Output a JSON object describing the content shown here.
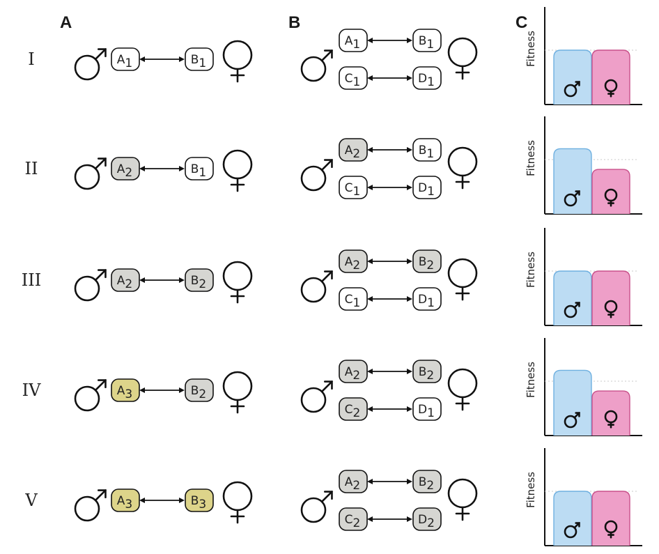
{
  "panels": {
    "a": "A",
    "b": "B",
    "c": "C"
  },
  "colors": {
    "white": "#ffffff",
    "grey": "#d6d6d2",
    "yellow": "#ddd48a",
    "male_bar": "#bcdcf3",
    "male_bar_stroke": "#6fb0e0",
    "female_bar": "#ee9fc8",
    "female_bar_stroke": "#c9518b"
  },
  "rows": [
    {
      "label": "I",
      "panel_a": {
        "left": {
          "letter": "A",
          "sub": "1",
          "color": "white"
        },
        "right": {
          "letter": "B",
          "sub": "1",
          "color": "white"
        }
      },
      "panel_b": [
        {
          "left": {
            "letter": "A",
            "sub": "1",
            "color": "white"
          },
          "right": {
            "letter": "B",
            "sub": "1",
            "color": "white"
          }
        },
        {
          "left": {
            "letter": "C",
            "sub": "1",
            "color": "white"
          },
          "right": {
            "letter": "D",
            "sub": "1",
            "color": "white"
          }
        }
      ],
      "fitness": {
        "male": 1.0,
        "female": 1.0,
        "ylabel": "Fitness"
      }
    },
    {
      "label": "II",
      "panel_a": {
        "left": {
          "letter": "A",
          "sub": "2",
          "color": "grey"
        },
        "right": {
          "letter": "B",
          "sub": "1",
          "color": "white"
        }
      },
      "panel_b": [
        {
          "left": {
            "letter": "A",
            "sub": "2",
            "color": "grey"
          },
          "right": {
            "letter": "B",
            "sub": "1",
            "color": "white"
          }
        },
        {
          "left": {
            "letter": "C",
            "sub": "1",
            "color": "white"
          },
          "right": {
            "letter": "D",
            "sub": "1",
            "color": "white"
          }
        }
      ],
      "fitness": {
        "male": 1.2,
        "female": 0.82,
        "ylabel": "Fitness"
      }
    },
    {
      "label": "III",
      "panel_a": {
        "left": {
          "letter": "A",
          "sub": "2",
          "color": "grey"
        },
        "right": {
          "letter": "B",
          "sub": "2",
          "color": "grey"
        }
      },
      "panel_b": [
        {
          "left": {
            "letter": "A",
            "sub": "2",
            "color": "grey"
          },
          "right": {
            "letter": "B",
            "sub": "2",
            "color": "grey"
          }
        },
        {
          "left": {
            "letter": "C",
            "sub": "1",
            "color": "white"
          },
          "right": {
            "letter": "D",
            "sub": "1",
            "color": "white"
          }
        }
      ],
      "fitness": {
        "male": 1.0,
        "female": 1.0,
        "ylabel": "Fitness"
      }
    },
    {
      "label": "IV",
      "panel_a": {
        "left": {
          "letter": "A",
          "sub": "3",
          "color": "yellow"
        },
        "right": {
          "letter": "B",
          "sub": "2",
          "color": "grey"
        }
      },
      "panel_b": [
        {
          "left": {
            "letter": "A",
            "sub": "2",
            "color": "grey"
          },
          "right": {
            "letter": "B",
            "sub": "2",
            "color": "grey"
          }
        },
        {
          "left": {
            "letter": "C",
            "sub": "2",
            "color": "grey"
          },
          "right": {
            "letter": "D",
            "sub": "1",
            "color": "white"
          }
        }
      ],
      "fitness": {
        "male": 1.2,
        "female": 0.82,
        "ylabel": "Fitness"
      }
    },
    {
      "label": "V",
      "panel_a": {
        "left": {
          "letter": "A",
          "sub": "3",
          "color": "yellow"
        },
        "right": {
          "letter": "B",
          "sub": "3",
          "color": "yellow"
        }
      },
      "panel_b": [
        {
          "left": {
            "letter": "A",
            "sub": "2",
            "color": "grey"
          },
          "right": {
            "letter": "B",
            "sub": "2",
            "color": "grey"
          }
        },
        {
          "left": {
            "letter": "C",
            "sub": "2",
            "color": "grey"
          },
          "right": {
            "letter": "D",
            "sub": "2",
            "color": "grey"
          }
        }
      ],
      "fitness": {
        "male": 1.0,
        "female": 1.0,
        "ylabel": "Fitness"
      }
    }
  ]
}
